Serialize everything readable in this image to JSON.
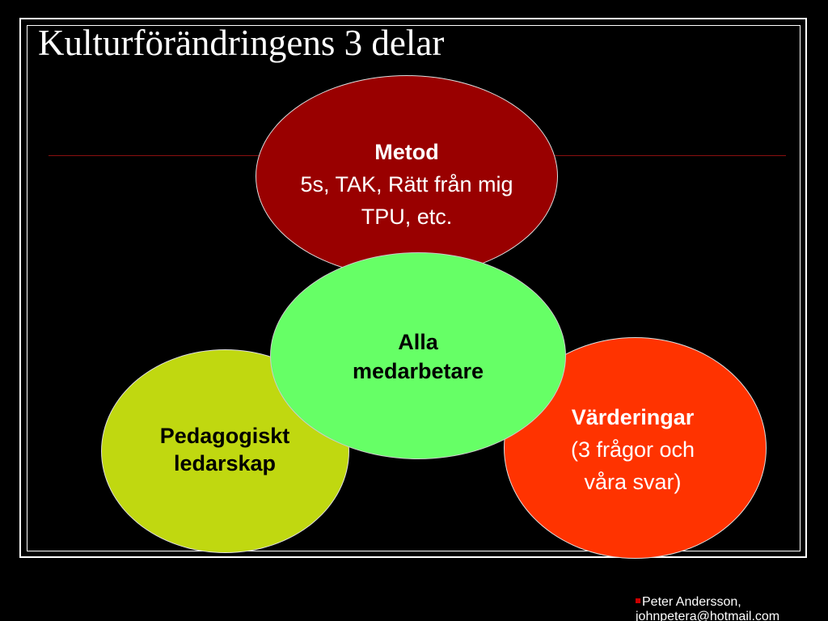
{
  "slide": {
    "title": "Kulturförändringens 3 delar"
  },
  "diagram": {
    "metod": {
      "heading": "Metod",
      "line1": "5s, TAK, Rätt från mig",
      "line2": "TPU, etc."
    },
    "pedagogiskt": {
      "line1": "Pedagogiskt",
      "line2": "ledarskap"
    },
    "varderingar": {
      "heading": "Värderingar",
      "line1": "(3 frågor och",
      "line2": "våra svar)"
    },
    "alla": {
      "line1": "Alla",
      "line2": "medarbetare"
    }
  },
  "footer": {
    "line1": "Peter Andersson,",
    "line2": "johnpetera@hotmail.com"
  },
  "colors": {
    "background": "#000000",
    "metod": "#990000",
    "pedagogiskt": "#c0d810",
    "varderingar": "#ff3300",
    "alla": "#66ff66",
    "rule": "#8a1010"
  }
}
